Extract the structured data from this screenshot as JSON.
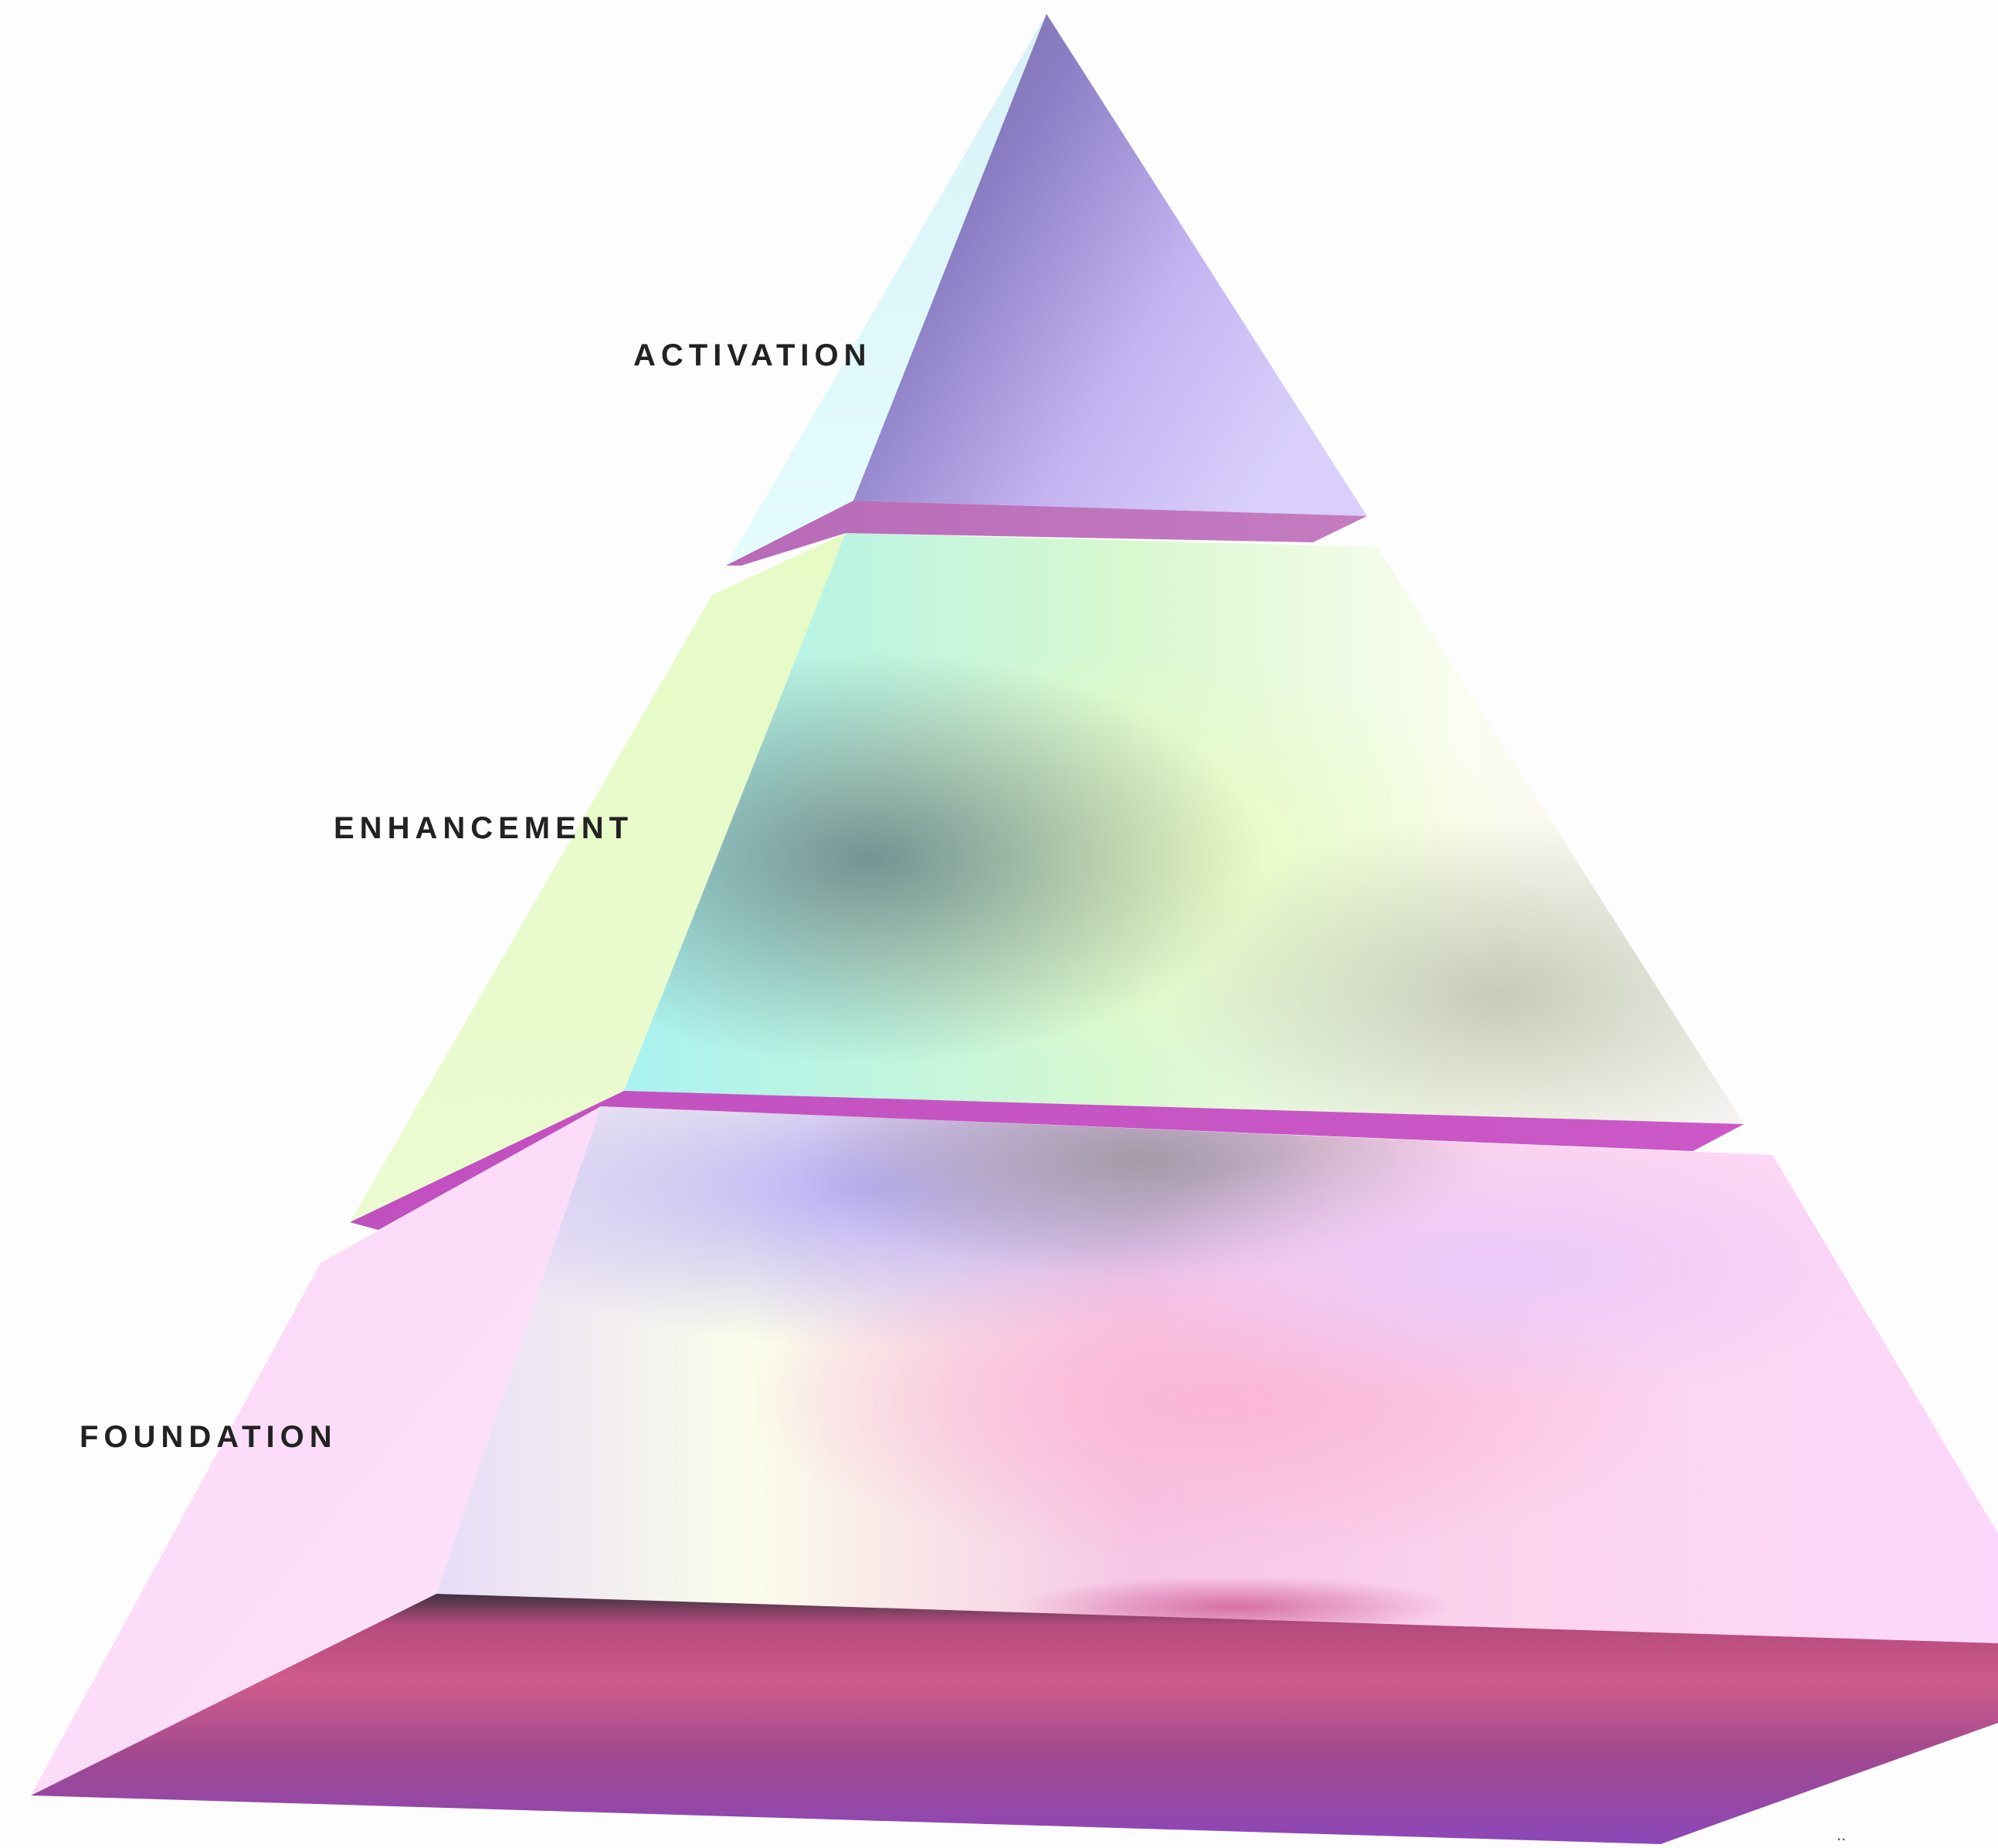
{
  "diagram": {
    "type": "layered-pyramid",
    "tiers": [
      {
        "label": "ACTIVATION",
        "level": 3
      },
      {
        "label": "ENHANCEMENT",
        "level": 2
      },
      {
        "label": "FOUNDATION",
        "level": 1
      }
    ],
    "colors": {
      "activation": "#a48ed8",
      "activation_side": "#dcf8fb",
      "enhancement": "#b9f4f4",
      "enhancement_side": "#e3fbc6",
      "foundation": "#fcd2f4",
      "foundation_side": "#fbdcf7",
      "slab": "#c44fbd",
      "base_top": "#cf5a8a",
      "base_bottom": "#8c46b8"
    },
    "footer_mark": ".."
  }
}
